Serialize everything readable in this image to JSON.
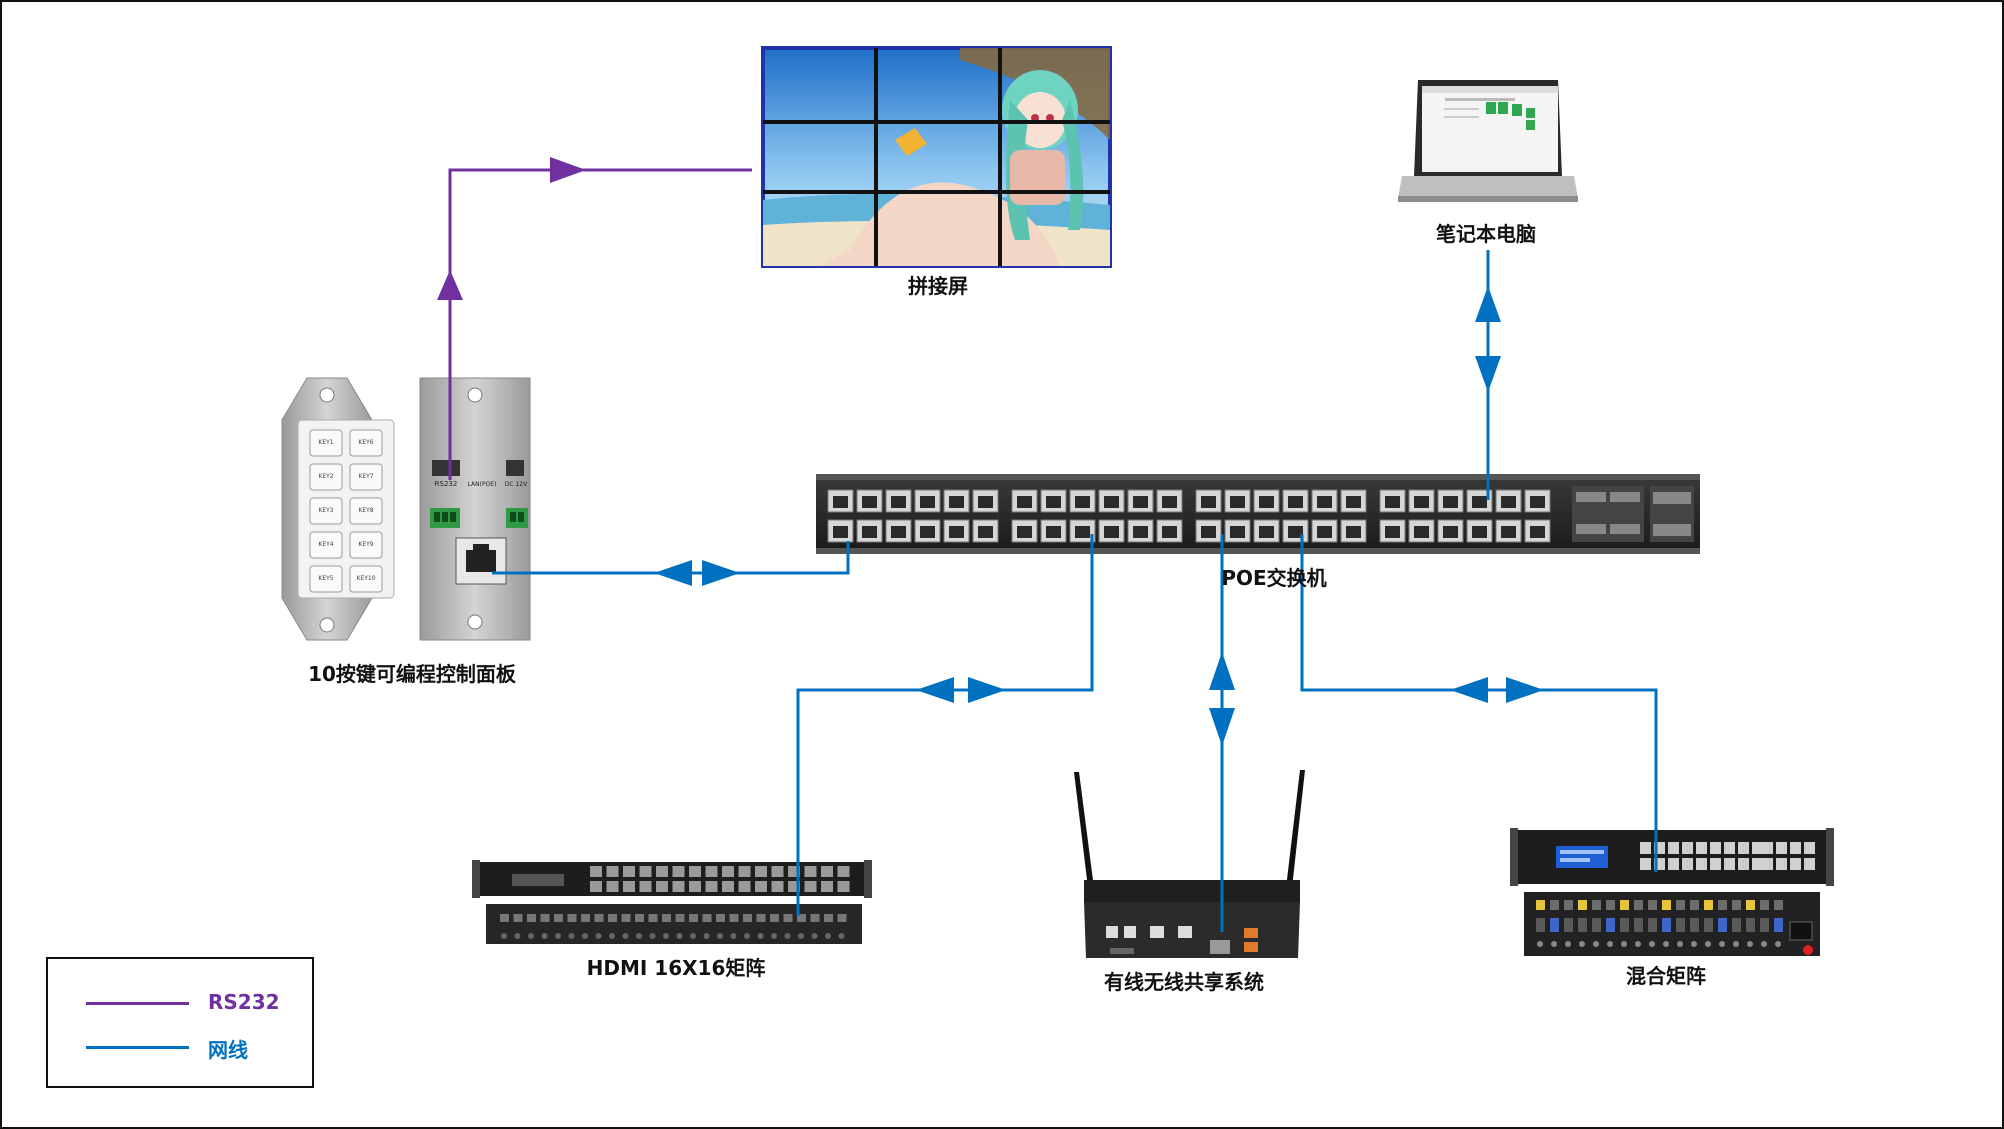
{
  "colors": {
    "rs232": "#7030A0",
    "network": "#0070C0",
    "device_dark": "#1e1e1e",
    "panel_silver": "#c8c8c8"
  },
  "devices": {
    "video_wall": "拼接屏",
    "laptop": "笔记本电脑",
    "poe_switch": "POE交换机",
    "control_panel": "10按键可编程控制面板",
    "hdmi_matrix": "HDMI 16X16矩阵",
    "wireless_share": "有线无线共享系统",
    "hybrid_matrix": "混合矩阵"
  },
  "legend": {
    "items": [
      {
        "label": "RS232",
        "color": "#7030A0"
      },
      {
        "label": "网线",
        "color": "#0070C0"
      }
    ]
  },
  "panel_keys": [
    "KEY1",
    "KEY6",
    "KEY2",
    "KEY7",
    "KEY3",
    "KEY8",
    "KEY4",
    "KEY9",
    "KEY5",
    "KEY10"
  ],
  "panel_back_labels": {
    "rs232": "RS232",
    "lan": "LAN(POE)",
    "power": "DC 12V"
  }
}
